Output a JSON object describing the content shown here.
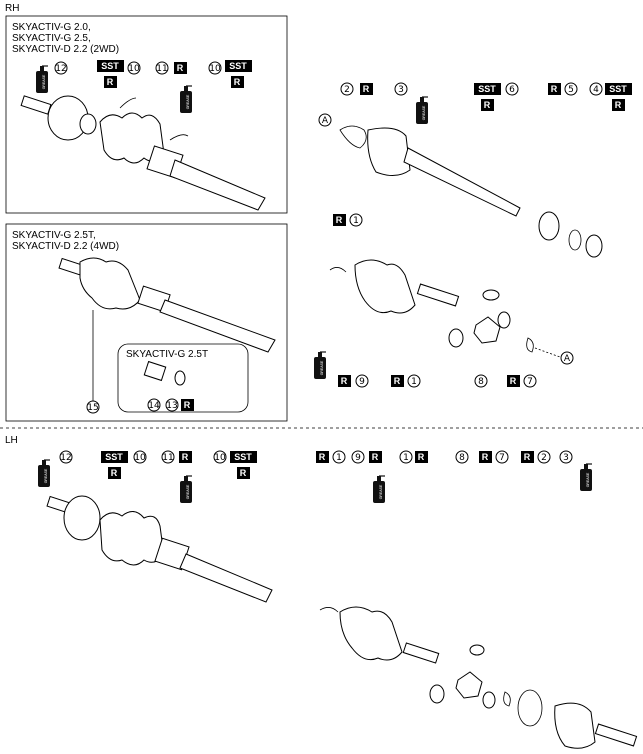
{
  "sections": {
    "rh": "RH",
    "lh": "LH"
  },
  "boxes": {
    "box1_lines": [
      "SKYACTIV-G 2.0,",
      "SKYACTIV-G 2.5,",
      "SKYACTIV-D 2.2 (2WD)"
    ],
    "box2_lines": [
      "SKYACTIV-G 2.5T,",
      "SKYACTIV-D 2.2 (4WD)"
    ],
    "sub_label": "SKYACTIV-G 2.5T"
  },
  "tags": {
    "sst": "SST",
    "r": "R",
    "grease": "GREASE",
    "ref_a": "A"
  },
  "numbers": {
    "n1": "1",
    "n2": "2",
    "n3": "3",
    "n4": "4",
    "n5": "5",
    "n6": "6",
    "n7": "7",
    "n8": "8",
    "n9": "9",
    "n10": "10",
    "n11": "11",
    "n12": "12",
    "n13": "13",
    "n14": "14",
    "n15": "15"
  }
}
